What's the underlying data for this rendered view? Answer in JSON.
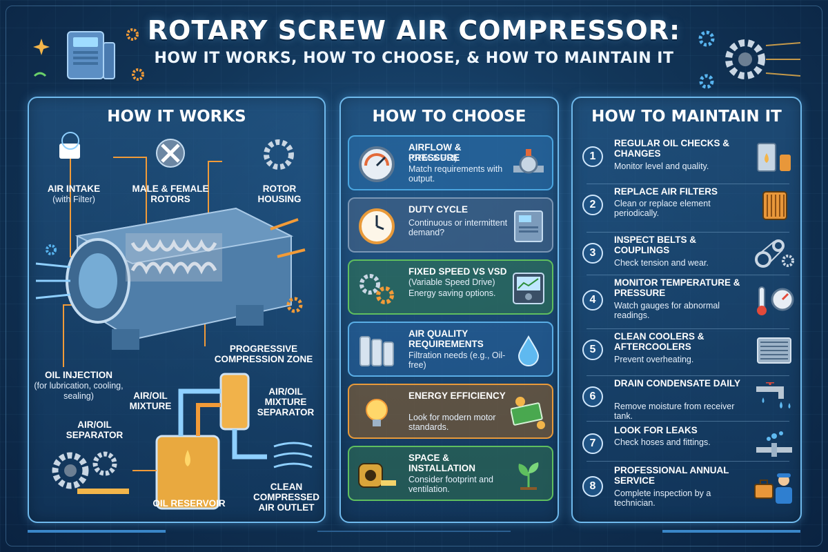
{
  "header": {
    "title": "ROTARY SCREW AIR COMPRESSOR:",
    "subtitle": "HOW IT WORKS, HOW TO CHOOSE, & HOW TO MAINTAIN IT"
  },
  "works": {
    "title": "HOW IT WORKS",
    "labels": {
      "air_intake": "AIR INTAKE",
      "air_intake_sub": "(with Filter)",
      "rotors": "MALE & FEMALE ROTORS",
      "housing": "ROTOR HOUSING",
      "progressive": "PROGRESSIVE COMPRESSION ZONE",
      "oil_injection": "OIL INJECTION",
      "oil_injection_sub": "(for lubrication, cooling, sealing)",
      "mixture": "AIR/OIL MIXTURE",
      "mixture_separator": "AIR/OIL MIXTURE SEPARATOR",
      "separator": "AIR/OIL SEPARATOR",
      "reservoir": "OIL RESERVOIR",
      "outlet": "CLEAN COMPRESSED AIR OUTLET"
    }
  },
  "choose": {
    "title": "HOW TO CHOOSE",
    "cards": [
      {
        "title": "AIRFLOW & PRESSURE",
        "sub": "(CFM & PSI)",
        "desc": "Match requirements with output.",
        "color": "#4aa6e0",
        "bg": "rgba(40,110,170,0.55)"
      },
      {
        "title": "DUTY CYCLE",
        "sub": "",
        "desc": "Continuous or intermittent demand?",
        "color": "#7b97b5",
        "bg": "rgba(70,100,135,0.6)"
      },
      {
        "title": "FIXED SPEED vs VSD",
        "sub": "(Variable Speed Drive)",
        "desc": "Energy saving options.",
        "color": "#5fbf5f",
        "bg": "rgba(50,120,80,0.55)"
      },
      {
        "title": "AIR QUALITY REQUIREMENTS",
        "sub": "",
        "desc": "Filtration needs (e.g., Oil-free)",
        "color": "#5aaee6",
        "bg": "rgba(40,100,160,0.55)"
      },
      {
        "title": "ENERGY EFFICIENCY",
        "sub": "",
        "desc": "Look for modern motor standards.",
        "color": "#e89a3a",
        "bg": "rgba(140,95,45,0.6)"
      },
      {
        "title": "SPACE & INSTALLATION",
        "sub": "",
        "desc": "Consider footprint and ventilation.",
        "color": "#5fbf5f",
        "bg": "rgba(50,115,80,0.55)"
      }
    ]
  },
  "maintain": {
    "title": "HOW TO MAINTAIN IT",
    "items": [
      {
        "num": "1",
        "title": "REGULAR OIL CHECKS & CHANGES",
        "desc": "Monitor level and quality."
      },
      {
        "num": "2",
        "title": "REPLACE AIR FILTERS",
        "desc": "Clean or replace element periodically."
      },
      {
        "num": "3",
        "title": "INSPECT BELTS & COUPLINGS",
        "desc": "Check tension and wear."
      },
      {
        "num": "4",
        "title": "MONITOR TEMPERATURE & PRESSURE",
        "desc": "Watch gauges for abnormal readings."
      },
      {
        "num": "5",
        "title": "CLEAN COOLERS & AFTERCOOLERS",
        "desc": "Prevent overheating."
      },
      {
        "num": "6",
        "title": "DRAIN CONDENSATE DAILY",
        "desc": "Remove moisture from receiver tank."
      },
      {
        "num": "7",
        "title": "LOOK FOR LEAKS",
        "desc": "Check hoses and fittings."
      },
      {
        "num": "8",
        "title": "PROFESSIONAL ANNUAL SERVICE",
        "desc": "Complete inspection by a technician."
      }
    ]
  }
}
